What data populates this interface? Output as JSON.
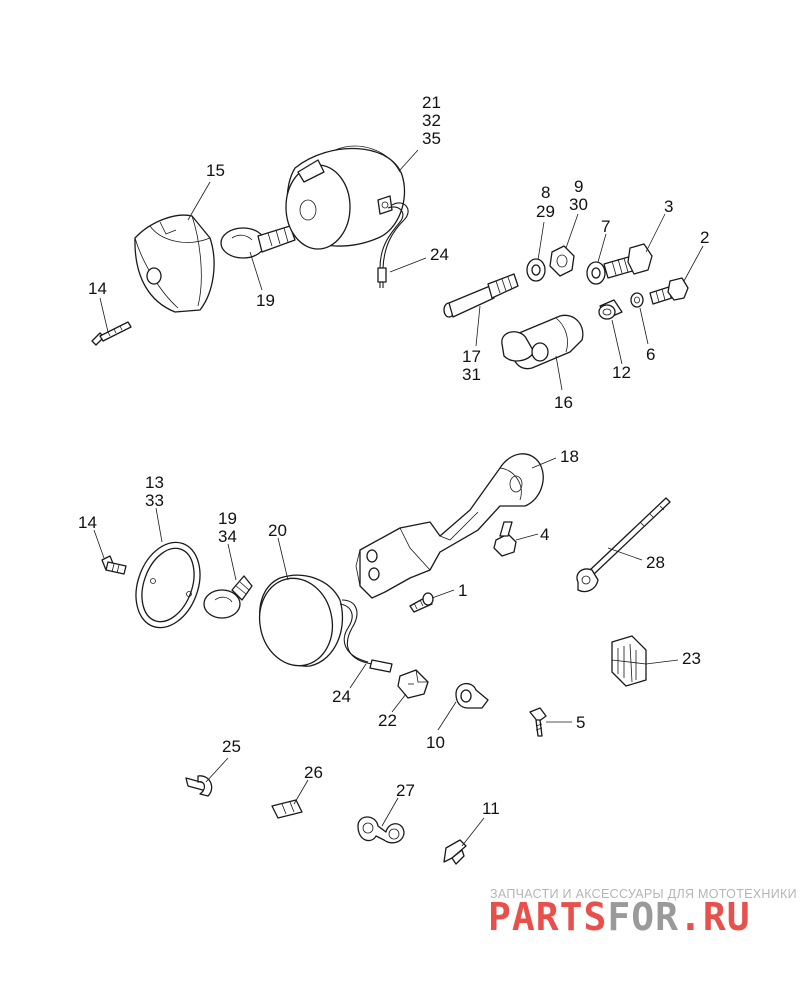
{
  "labels": {
    "l1": "1",
    "l2": "2",
    "l3": "3",
    "l4": "4",
    "l5": "5",
    "l6": "6",
    "l7": "7",
    "l8": "8",
    "l9": "9",
    "l10": "10",
    "l11": "11",
    "l12": "12",
    "l13": "13",
    "l14a": "14",
    "l14b": "14",
    "l15": "15",
    "l16": "16",
    "l17": "17",
    "l18": "18",
    "l19a": "19",
    "l19b": "19",
    "l20": "20",
    "l21": "21",
    "l22": "22",
    "l23": "23",
    "l24a": "24",
    "l24b": "24",
    "l25": "25",
    "l26": "26",
    "l27": "27",
    "l28": "28",
    "l29": "29",
    "l30": "30",
    "l31": "31",
    "l32": "32",
    "l33": "33",
    "l34": "34",
    "l35": "35"
  },
  "watermark": {
    "tagline": "ЗАПЧАСТИ И АКСЕССУАРЫ ДЛЯ МОТОТЕХНИКИ",
    "logo_a": "PARTS",
    "logo_b": "FOR",
    "logo_c": ".RU"
  },
  "colors": {
    "logo_red": "#e8504c",
    "logo_grey": "#9a9a9a",
    "tagline_grey": "#b5b5b5",
    "line": "#1a1a1a"
  }
}
